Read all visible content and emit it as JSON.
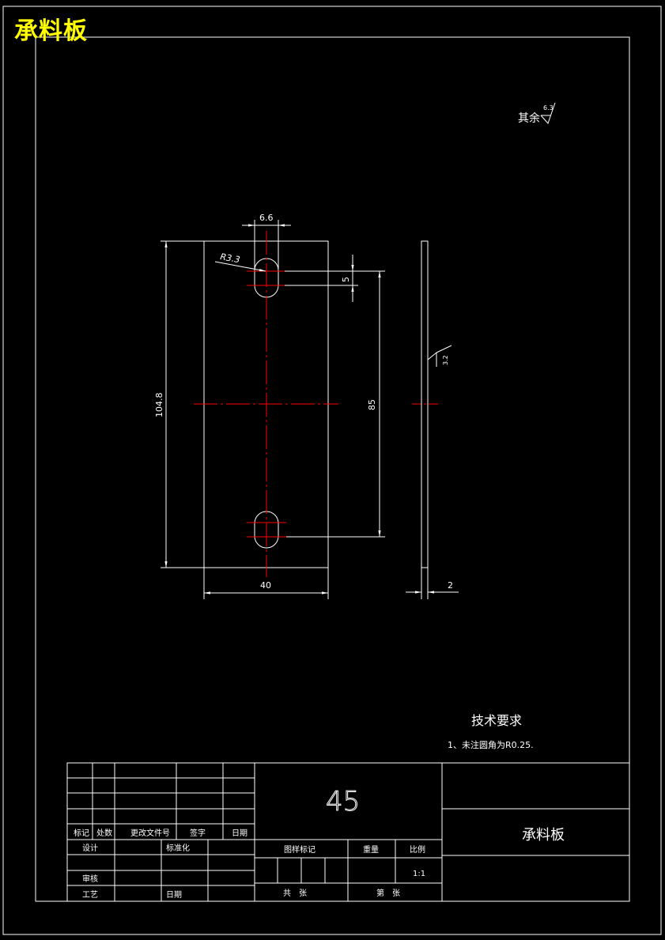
{
  "overlay_title": "承料板",
  "colors": {
    "background": "#000000",
    "lines": "#ffffff",
    "centerlines": "#ff0000",
    "overlay_title": "#ffff00"
  },
  "roughness": {
    "general_label": "其余",
    "general_value": "6.3",
    "side_value": "3.2"
  },
  "dimensions": {
    "slot_width": "6.6",
    "slot_radius": "R3.3",
    "slot_travel": "5",
    "overall_height": "104.8",
    "hole_spacing": "85",
    "width": "40",
    "thickness": "2"
  },
  "technical_requirements": {
    "heading": "技术要求",
    "items": [
      "1、未注圆角为R0.25."
    ]
  },
  "title_block": {
    "material": "45",
    "part_name": "承料板",
    "revision_headers": [
      "标记",
      "处数",
      "更改文件号",
      "签字",
      "日期"
    ],
    "design_label": "设计",
    "standardization_label": "标准化",
    "review_label": "审核",
    "process_label": "工艺",
    "date_label": "日期",
    "stage_mark_label": "图样标记",
    "weight_label": "重量",
    "scale_label": "比例",
    "scale_value": "1:1",
    "total_sheets_label": "共　张",
    "sheet_label": "第　张"
  }
}
